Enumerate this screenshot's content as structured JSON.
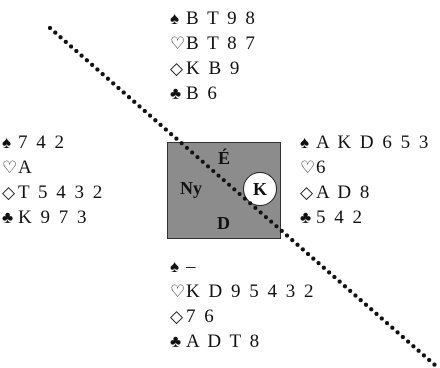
{
  "hands": {
    "north": [
      {
        "suit_icon": "spade-icon",
        "glyph": "♠",
        "cards": "B T 9 8"
      },
      {
        "suit_icon": "heart-outline-icon",
        "glyph": "♡",
        "cards": "B T 8 7"
      },
      {
        "suit_icon": "diamond-outline-icon",
        "glyph": "◇",
        "cards": "K B 9"
      },
      {
        "suit_icon": "club-icon",
        "glyph": "♣",
        "cards": "B 6"
      }
    ],
    "west": [
      {
        "suit_icon": "spade-icon",
        "glyph": "♠",
        "cards": "7 4 2"
      },
      {
        "suit_icon": "heart-outline-icon",
        "glyph": "♡",
        "cards": "A"
      },
      {
        "suit_icon": "diamond-outline-icon",
        "glyph": "◇",
        "cards": "T 5 4 3 2"
      },
      {
        "suit_icon": "club-icon",
        "glyph": "♣",
        "cards": "K 9 7 3"
      }
    ],
    "east": [
      {
        "suit_icon": "spade-icon",
        "glyph": "♠",
        "cards": "A K D 6 5 3"
      },
      {
        "suit_icon": "heart-outline-icon",
        "glyph": "♡",
        "cards": "6"
      },
      {
        "suit_icon": "diamond-outline-icon",
        "glyph": "◇",
        "cards": "A D 8"
      },
      {
        "suit_icon": "club-icon",
        "glyph": "♣",
        "cards": "5 4 2"
      }
    ],
    "south": [
      {
        "suit_icon": "spade-icon",
        "glyph": "♠",
        "cards": "–"
      },
      {
        "suit_icon": "heart-outline-icon",
        "glyph": "♡",
        "cards": "K D 9 5 4 3 2"
      },
      {
        "suit_icon": "diamond-outline-icon",
        "glyph": "◇",
        "cards": "7 6"
      },
      {
        "suit_icon": "club-icon",
        "glyph": "♣",
        "cards": "A D T 8"
      }
    ]
  },
  "table": {
    "north_label": "É",
    "west_label": "Ny",
    "south_label": "D",
    "dealer_label": "K",
    "color": "#8c8c8c"
  }
}
